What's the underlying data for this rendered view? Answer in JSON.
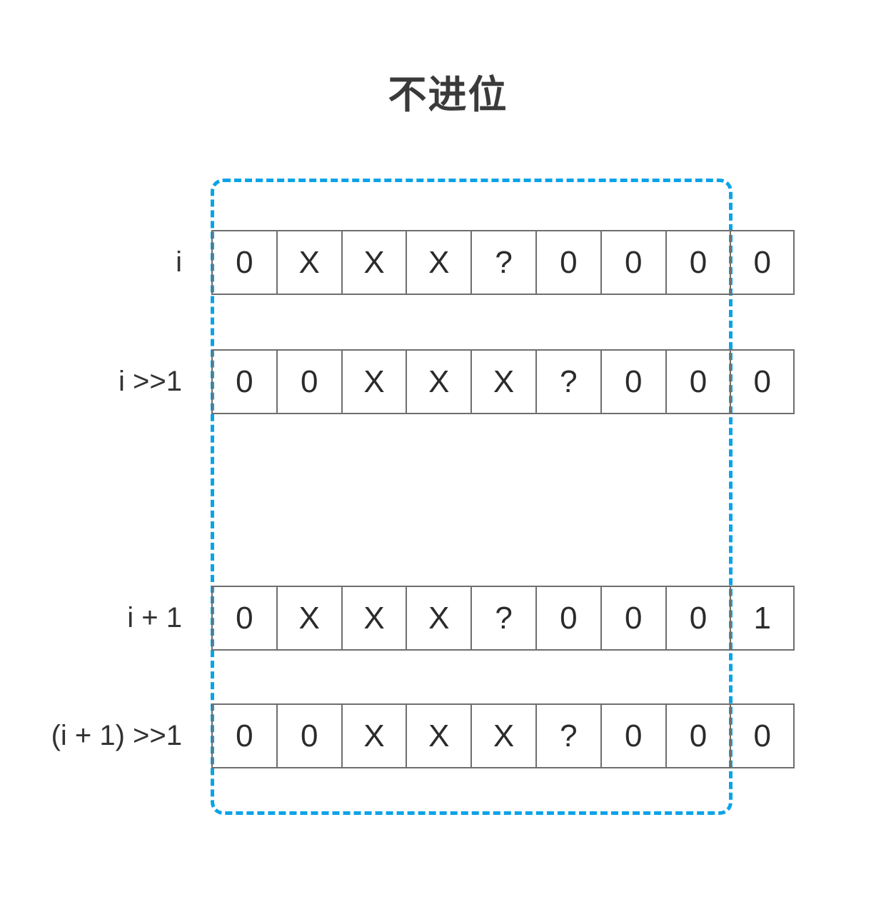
{
  "title": "不进位",
  "colors": {
    "highlight_dashed_border": "#0aa3e8",
    "cell_border": "#6e6e6e",
    "text": "#333333",
    "background": "#ffffff"
  },
  "chart_data": {
    "type": "table",
    "title": "不进位",
    "xlabel": "",
    "ylabel": "",
    "columns": 9,
    "row_labels": [
      "i",
      "i >>1",
      "i + 1",
      "(i + 1) >>1"
    ],
    "rows": [
      {
        "label": "i",
        "bits": [
          "0",
          "X",
          "X",
          "X",
          "?",
          "0",
          "0",
          "0",
          "0"
        ]
      },
      {
        "label": "i >>1",
        "bits": [
          "0",
          "0",
          "X",
          "X",
          "X",
          "?",
          "0",
          "0",
          "0"
        ]
      },
      {
        "label": "i + 1",
        "bits": [
          "0",
          "X",
          "X",
          "X",
          "?",
          "0",
          "0",
          "0",
          "1"
        ]
      },
      {
        "label": "(i + 1) >>1",
        "bits": [
          "0",
          "0",
          "X",
          "X",
          "X",
          "?",
          "0",
          "0",
          "0"
        ]
      }
    ],
    "annotations": [
      {
        "name": "highlight-region",
        "style": "blue dashed rounded rectangle",
        "spans_rows": [
          "i",
          "i >>1",
          "i + 1",
          "(i + 1) >>1"
        ],
        "spans_columns_from": 1,
        "spans_columns_to": 8
      }
    ],
    "legend": [],
    "grid": true
  }
}
